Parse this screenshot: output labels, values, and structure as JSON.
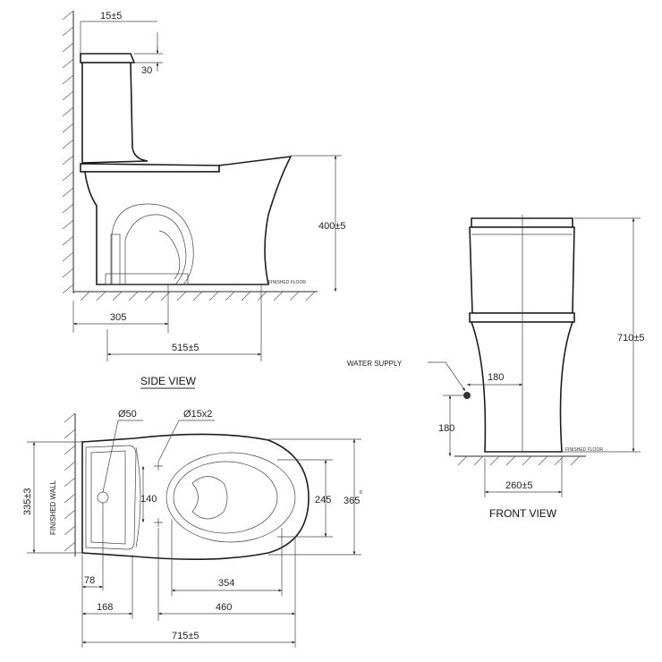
{
  "views": {
    "side": {
      "title": "SIDE VIEW",
      "floor_label": "FINISHED FLOOR",
      "dims": {
        "wall_offset": "15±5",
        "tank_lid": "30",
        "seat_height": "400±5",
        "rough_in": "305",
        "depth": "515±5"
      }
    },
    "front": {
      "title": "FRONT VIEW",
      "floor_label": "FINISHED FLOOR",
      "water_supply_label": "WATER SUPPLY",
      "dims": {
        "supply_offset": "180",
        "supply_height": "180",
        "total_height": "710±5",
        "base_width": "260±5"
      }
    },
    "top": {
      "wall_label": "FINISHED WALL",
      "dims": {
        "outlet_dia": "Ø50",
        "bolt_dia": "Ø15x2",
        "tank_width": "335±3",
        "bolt_spacing": "140",
        "bowl_inner": "245",
        "overall_width": "365",
        "overall_width_sup": "8",
        "outlet_offset": "78",
        "outlet_center": "168",
        "bowl_length": "354",
        "bolt_to_front": "460",
        "overall_length": "715±5"
      }
    }
  }
}
